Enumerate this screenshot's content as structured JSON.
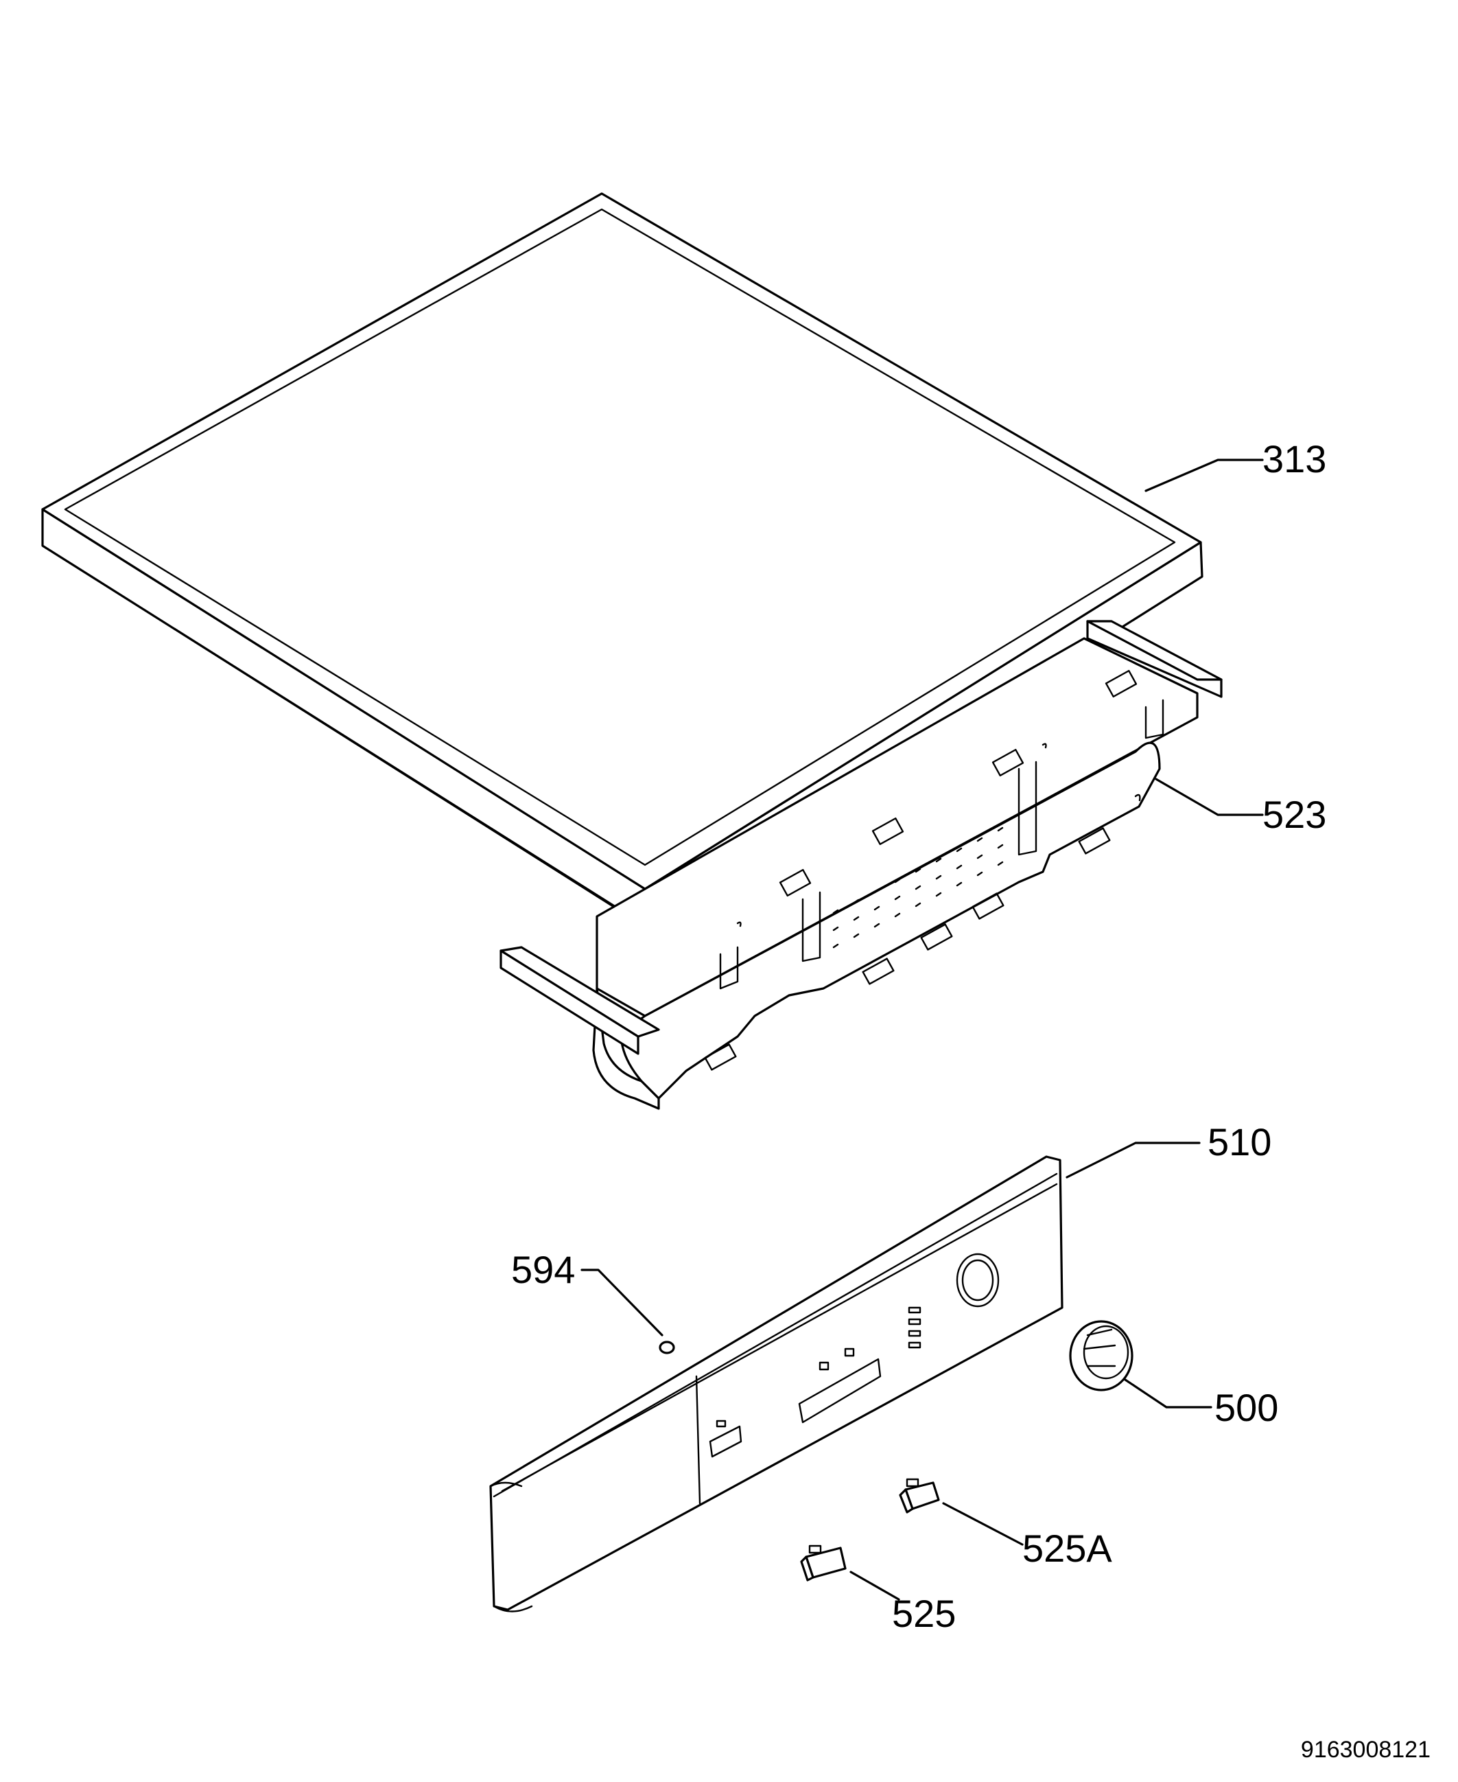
{
  "diagram": {
    "parts": [
      {
        "id": "top-cover",
        "label": "313"
      },
      {
        "id": "support-bracket",
        "label": "523"
      },
      {
        "id": "control-panel",
        "label": "510"
      },
      {
        "id": "indicator-lens",
        "label": "594"
      },
      {
        "id": "knob",
        "label": "500"
      },
      {
        "id": "push-button-a",
        "label": "525A"
      },
      {
        "id": "push-button",
        "label": "525"
      }
    ],
    "document_number": "9163008121"
  }
}
